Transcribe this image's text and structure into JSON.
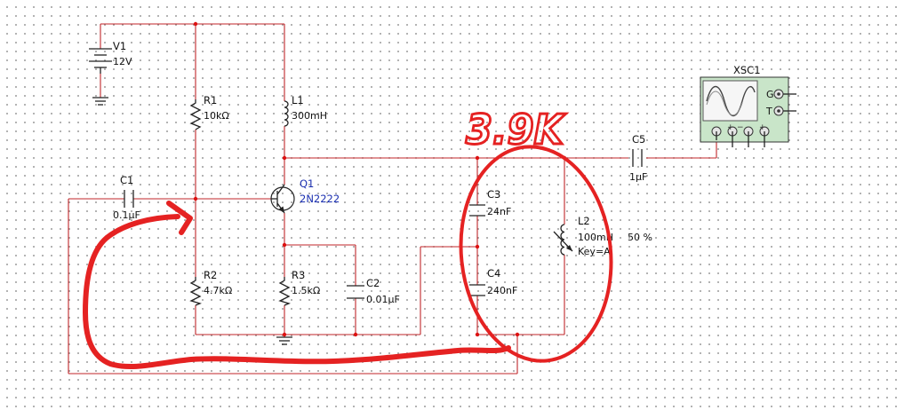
{
  "components": {
    "v1": {
      "name": "V1",
      "value": "12V"
    },
    "r1": {
      "name": "R1",
      "value": "10kΩ"
    },
    "r2": {
      "name": "R2",
      "value": "4.7kΩ"
    },
    "r3": {
      "name": "R3",
      "value": "1.5kΩ"
    },
    "l1": {
      "name": "L1",
      "value": "300mH"
    },
    "l2": {
      "name": "L2",
      "value": "100mH",
      "percent": "50 %",
      "key": "Key=A"
    },
    "q1": {
      "name": "Q1",
      "value": "2N2222"
    },
    "c1": {
      "name": "C1",
      "value": "0.1µF"
    },
    "c2": {
      "name": "C2",
      "value": "0.01µF"
    },
    "c3": {
      "name": "C3",
      "value": "24nF"
    },
    "c4": {
      "name": "C4",
      "value": "240nF"
    },
    "c5": {
      "name": "C5",
      "value": "1µF"
    },
    "scope": {
      "name": "XSC1",
      "g_label": "G",
      "t_label": "T"
    }
  },
  "annotation": {
    "text": "3.9K"
  },
  "colors": {
    "wire": "#c0262a",
    "ink": "#e52222",
    "transistor_label": "#1a2fb0",
    "scope_body": "#c9e5c9"
  }
}
